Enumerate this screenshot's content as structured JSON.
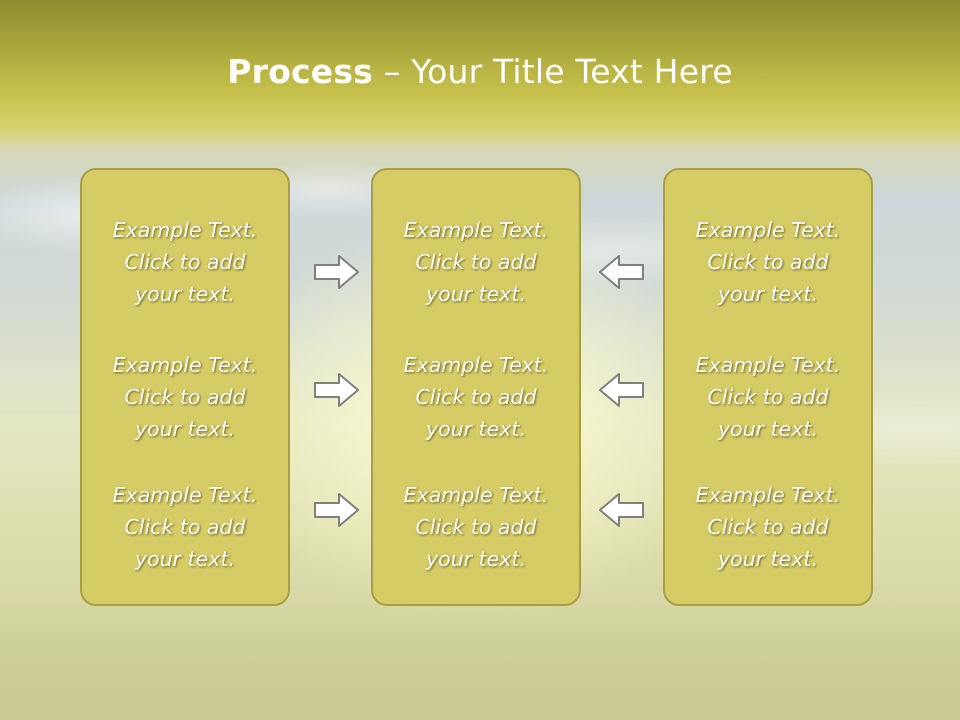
{
  "title": {
    "bold": "Process",
    "rest": " – Your Title Text Here"
  },
  "columns": [
    {
      "items": [
        {
          "line1": "Example Text.",
          "line2": "Click  to add",
          "line3": "your text."
        },
        {
          "line1": "Example Text.",
          "line2": "Click  to add",
          "line3": "your text."
        },
        {
          "line1": "Example Text.",
          "line2": "Click  to add",
          "line3": "your text."
        }
      ]
    },
    {
      "items": [
        {
          "line1": "Example Text.",
          "line2": "Click  to add",
          "line3": "your text."
        },
        {
          "line1": "Example Text.",
          "line2": "Click  to add",
          "line3": "your text."
        },
        {
          "line1": "Example Text.",
          "line2": "Click  to add",
          "line3": "your text."
        }
      ]
    },
    {
      "items": [
        {
          "line1": "Example Text.",
          "line2": "Click  to add",
          "line3": "your text."
        },
        {
          "line1": "Example Text.",
          "line2": "Click  to add",
          "line3": "your text."
        },
        {
          "line1": "Example Text.",
          "line2": "Click  to add",
          "line3": "your text."
        }
      ]
    }
  ],
  "arrows": {
    "left_group": "arrow-right-icon",
    "right_group": "arrow-left-icon"
  },
  "colors": {
    "box_fill": "#d6cc66",
    "box_border": "#a99e46",
    "title_bar": "#c7c24c",
    "text": "#ffffff"
  }
}
